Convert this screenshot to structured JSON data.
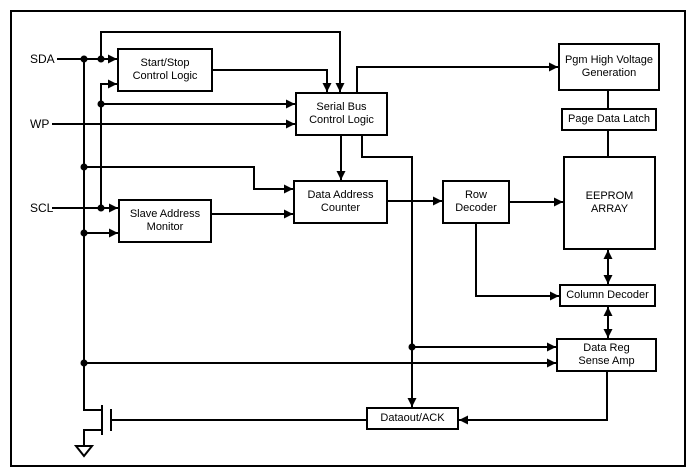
{
  "colors": {
    "line": "#000000",
    "background": "#ffffff",
    "text": "#000000"
  },
  "pins": {
    "sda": "SDA",
    "wp": "WP",
    "scl": "SCL"
  },
  "blocks": {
    "start_stop": {
      "line1": "Start/Stop",
      "line2": "Control Logic"
    },
    "serial_bus": {
      "line1": "Serial Bus",
      "line2": "Control Logic"
    },
    "data_address_counter": {
      "line1": "Data Address",
      "line2": "Counter"
    },
    "slave_address_monitor": {
      "line1": "Slave Address",
      "line2": "Monitor"
    },
    "row_decoder": {
      "line1": "Row",
      "line2": "Decoder"
    },
    "pgm_high_voltage": {
      "line1": "Pgm High Voltage",
      "line2": "Generation"
    },
    "page_data_latch": {
      "line1": "Page Data Latch"
    },
    "eeprom_array": {
      "line1": "EEPROM",
      "line2": "ARRAY"
    },
    "column_decoder": {
      "line1": "Column Decoder"
    },
    "data_reg_sense_amp": {
      "line1": "Data Reg",
      "line2": "Sense Amp"
    },
    "dataout_ack": {
      "line1": "Dataout/ACK"
    }
  },
  "symbols": {
    "transistor": "nmos-output-transistor",
    "ground": "ground-symbol"
  },
  "connections": [
    {
      "from": "SDA",
      "to": "Start/Stop Control Logic"
    },
    {
      "from": "SDA",
      "to": "Serial Bus Control Logic"
    },
    {
      "from": "SDA",
      "to": "Data Address Counter"
    },
    {
      "from": "SDA",
      "to": "Slave Address Monitor"
    },
    {
      "from": "SDA",
      "to": "Data Reg Sense Amp"
    },
    {
      "from": "SDA",
      "to": "output transistor drain"
    },
    {
      "from": "SCL",
      "to": "Start/Stop Control Logic"
    },
    {
      "from": "SCL",
      "to": "Serial Bus Control Logic"
    },
    {
      "from": "SCL",
      "to": "Slave Address Monitor"
    },
    {
      "from": "WP",
      "to": "Serial Bus Control Logic"
    },
    {
      "from": "Start/Stop Control Logic",
      "to": "Serial Bus Control Logic"
    },
    {
      "from": "Serial Bus Control Logic",
      "to": "Pgm High Voltage Generation"
    },
    {
      "from": "Serial Bus Control Logic",
      "to": "Data Address Counter"
    },
    {
      "from": "Serial Bus Control Logic",
      "to": "Data Reg Sense Amp"
    },
    {
      "from": "Serial Bus Control Logic",
      "to": "Dataout/ACK"
    },
    {
      "from": "Slave Address Monitor",
      "to": "Data Address Counter"
    },
    {
      "from": "Data Address Counter",
      "to": "Row Decoder"
    },
    {
      "from": "Row Decoder",
      "to": "EEPROM ARRAY"
    },
    {
      "from": "Row Decoder",
      "to": "Column Decoder"
    },
    {
      "from": "Pgm High Voltage Generation",
      "to": "Page Data Latch"
    },
    {
      "from": "Page Data Latch",
      "to": "EEPROM ARRAY"
    },
    {
      "from": "EEPROM ARRAY",
      "to": "Column Decoder",
      "bidirectional": true
    },
    {
      "from": "Column Decoder",
      "to": "Data Reg Sense Amp",
      "bidirectional": true
    },
    {
      "from": "Data Reg Sense Amp",
      "to": "Dataout/ACK"
    },
    {
      "from": "Dataout/ACK",
      "to": "output transistor gate"
    }
  ]
}
